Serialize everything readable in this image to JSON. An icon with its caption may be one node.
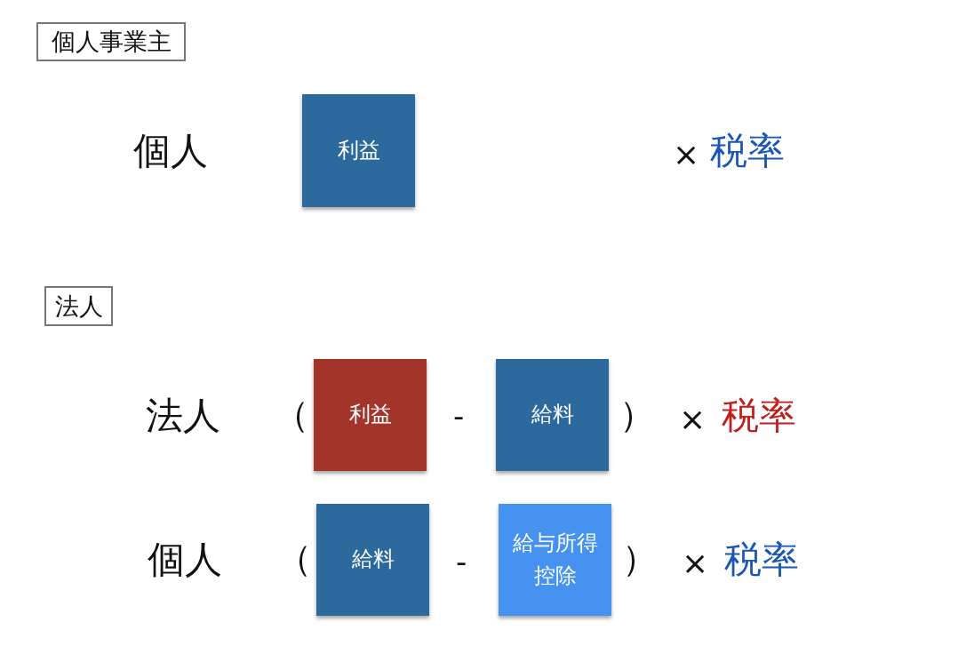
{
  "diagram": {
    "nodes": [
      {
        "text": [
          "個人事業主"
        ]
      },
      {
        "text": [
          "利益"
        ]
      },
      {
        "text": [
          "法人"
        ]
      },
      {
        "text": [
          "利益"
        ]
      },
      {
        "text": [
          "給料"
        ]
      },
      {
        "text": [
          "給料"
        ]
      },
      {
        "text": [
          "給与所得控除"
        ]
      }
    ],
    "labels": [
      "個人",
      "×",
      "税率",
      "法人",
      "（",
      "-",
      "）",
      "×",
      "税率",
      "個人",
      "（",
      "-",
      "）",
      "×",
      "税率"
    ]
  }
}
